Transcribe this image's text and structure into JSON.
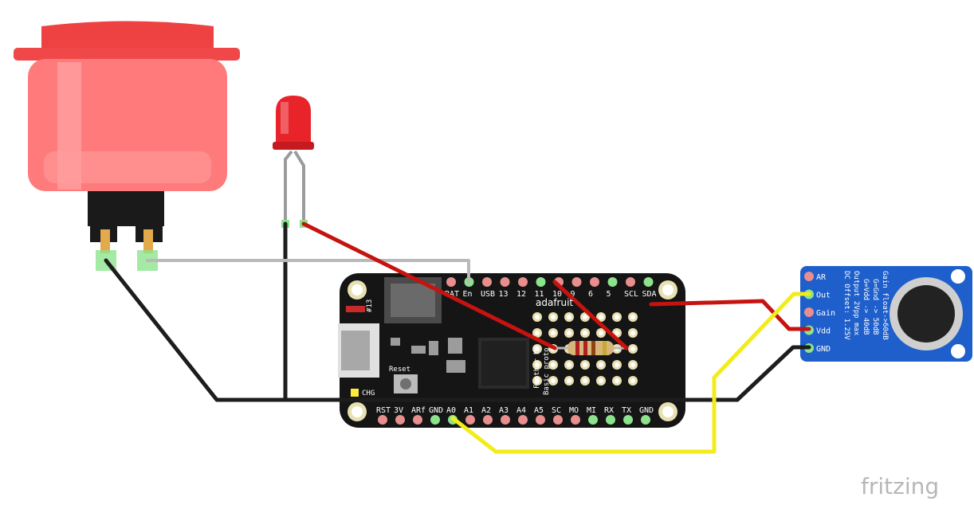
{
  "watermark": "fritzing",
  "feather": {
    "brand": "adafruit",
    "top_pins": [
      "BAT",
      "En",
      "USB",
      "13",
      "12",
      "11",
      "10",
      "9",
      "6",
      "5",
      "SCL",
      "SDA"
    ],
    "bottom_pins": [
      "RST",
      "3V",
      "ARf",
      "GND",
      "A0",
      "A1",
      "A2",
      "A3",
      "A4",
      "A5",
      "SC",
      "MO",
      "MI",
      "RX",
      "TX",
      "GND"
    ],
    "reset_label": "Reset",
    "chg_label": "CHG",
    "pin13_label": "#13",
    "proto_text": [
      "Feather M0",
      "Basic proto"
    ]
  },
  "mic": {
    "pins": [
      "AR",
      "Out",
      "Gain",
      "Vdd",
      "GND"
    ],
    "notes": [
      "Gain float->60dB",
      "G=Gnd -> 50dB",
      "G=Vdd -> 40dB",
      "Output 2Vpp max",
      "DC Offset: 1.25V"
    ]
  },
  "colors": {
    "button_red": "#ff6b6b",
    "led_red": "#e8232a",
    "wire_black": "#1d1d1d",
    "wire_red": "#c6130f",
    "wire_yellow": "#f2ec1b",
    "wire_gray": "#b9b9b9",
    "board_black": "#151515",
    "mic_blue": "#1e5fcc"
  }
}
